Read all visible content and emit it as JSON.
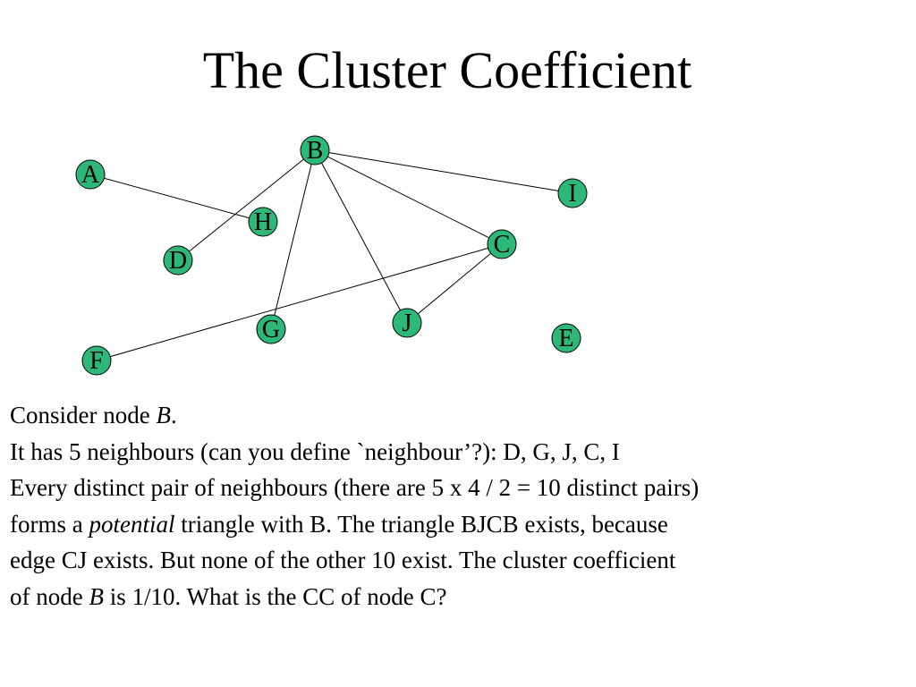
{
  "slide": {
    "title": "The Cluster Coefficient"
  },
  "graph": {
    "node_color": "#2db87a",
    "edge_color": "#000000",
    "nodes": [
      {
        "id": "A",
        "label": "A"
      },
      {
        "id": "B",
        "label": "B"
      },
      {
        "id": "C",
        "label": "C"
      },
      {
        "id": "D",
        "label": "D"
      },
      {
        "id": "E",
        "label": "E"
      },
      {
        "id": "F",
        "label": "F"
      },
      {
        "id": "G",
        "label": "G"
      },
      {
        "id": "H",
        "label": "H"
      },
      {
        "id": "I",
        "label": "I"
      },
      {
        "id": "J",
        "label": "J"
      }
    ],
    "edges": [
      [
        "A",
        "H"
      ],
      [
        "B",
        "D"
      ],
      [
        "B",
        "G"
      ],
      [
        "B",
        "J"
      ],
      [
        "B",
        "C"
      ],
      [
        "B",
        "I"
      ],
      [
        "C",
        "J"
      ],
      [
        "C",
        "F"
      ]
    ]
  },
  "text": {
    "line1_a": "Consider node ",
    "line1_em": "B",
    "line1_b": ".",
    "line2": "It has 5 neighbours (can you define `neighbour’?): D, G, J, C, I",
    "line3": "Every distinct pair of neighbours (there are 5 x 4 / 2 = 10 distinct pairs)",
    "line4_a": "forms a ",
    "line4_em": "potential",
    "line4_b": " triangle with B. The triangle BJCB exists, because",
    "line5": "edge CJ exists. But none of the other 10 exist. The cluster coefficient",
    "line6_a": "of node ",
    "line6_em": "B",
    "line6_b": " is 1/10.  What is the CC of node C?"
  }
}
